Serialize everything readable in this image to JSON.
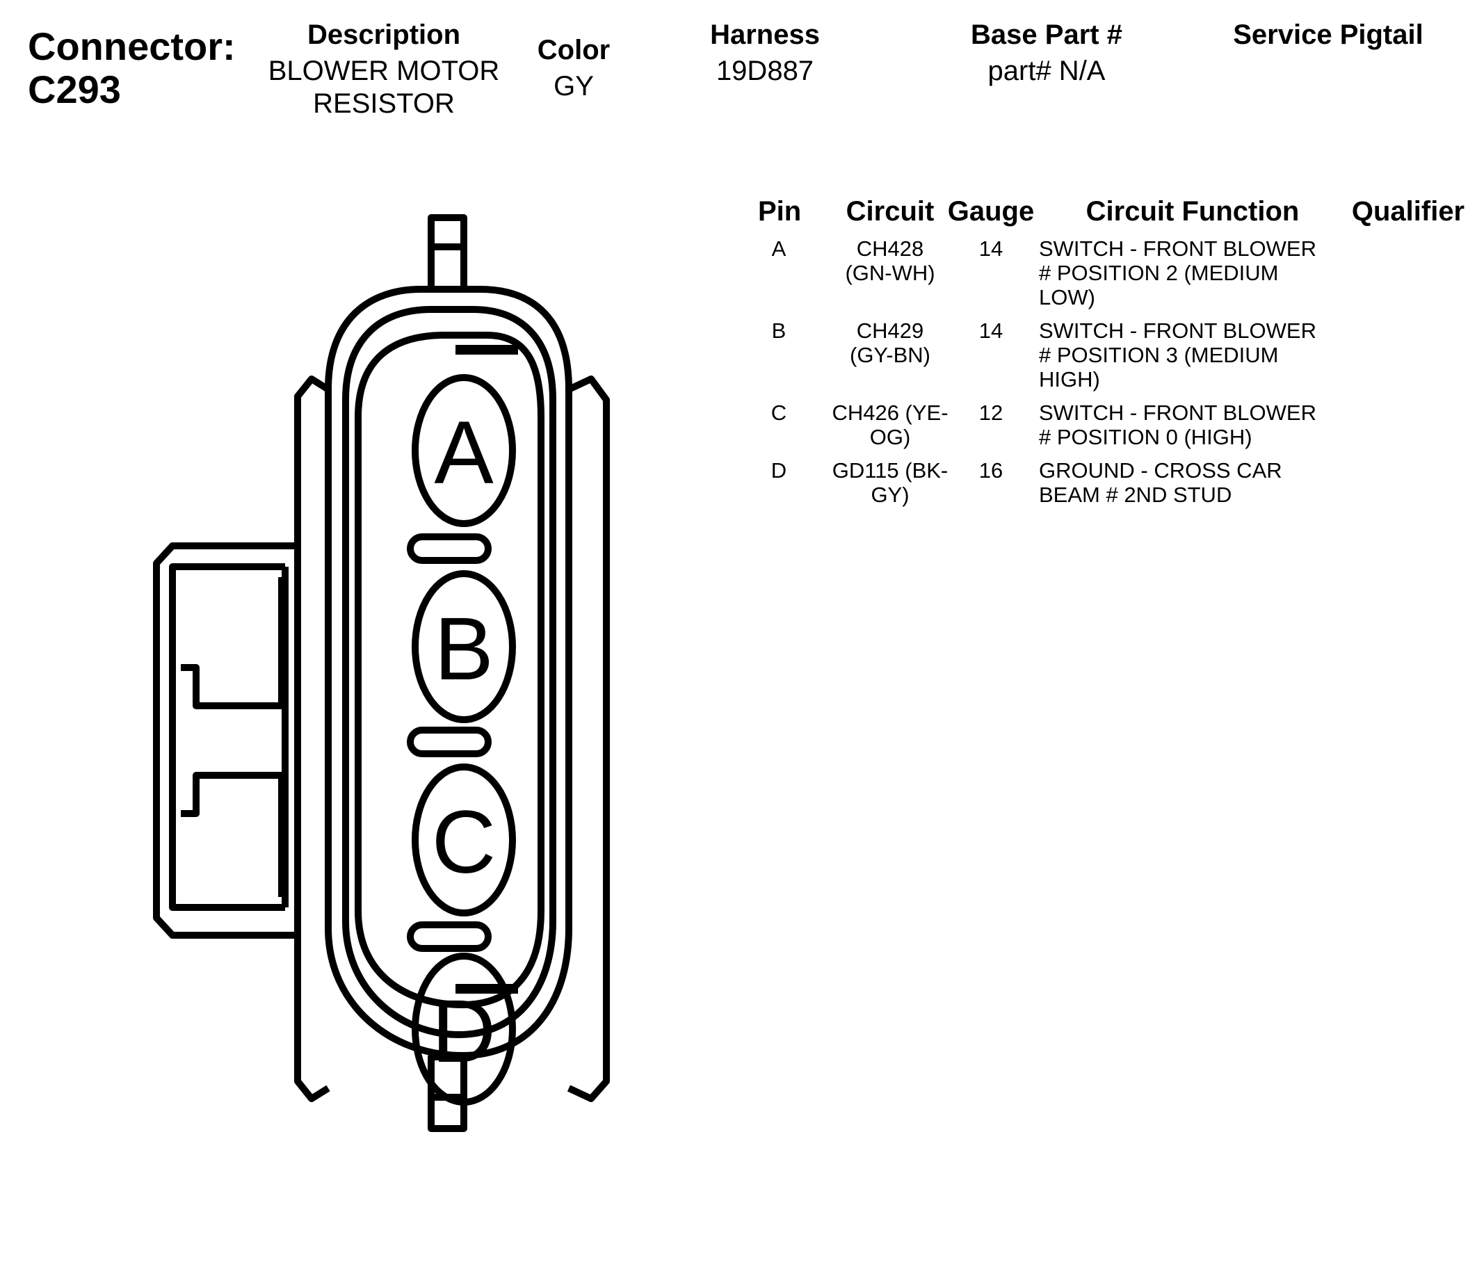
{
  "header": {
    "connector_label": "Connector:",
    "connector_id": "C293",
    "columns": [
      {
        "key": "description",
        "label": "Description",
        "value_lines": [
          "BLOWER MOTOR",
          "RESISTOR"
        ]
      },
      {
        "key": "color",
        "label": "Color",
        "value_lines": [
          "GY"
        ]
      },
      {
        "key": "harness",
        "label": "Harness",
        "value_lines": [
          "19D887"
        ]
      },
      {
        "key": "base_part",
        "label": "Base Part #",
        "value_lines": [
          "part# N/A"
        ]
      },
      {
        "key": "service_pigtail",
        "label": "Service Pigtail",
        "value_lines": []
      }
    ]
  },
  "pin_table": {
    "headers": {
      "pin": "Pin",
      "circuit": "Circuit",
      "gauge": "Gauge",
      "function": "Circuit Function",
      "qualifier": "Qualifier"
    },
    "rows": [
      {
        "pin": "A",
        "circuit_lines": [
          "CH428",
          "(GN-WH)"
        ],
        "gauge": "14",
        "function_lines": [
          "SWITCH - FRONT BLOWER",
          "# POSITION 2 (MEDIUM",
          "LOW)"
        ],
        "qualifier": ""
      },
      {
        "pin": "B",
        "circuit_lines": [
          "CH429",
          "(GY-BN)"
        ],
        "gauge": "14",
        "function_lines": [
          "SWITCH - FRONT BLOWER",
          "# POSITION 3 (MEDIUM",
          "HIGH)"
        ],
        "qualifier": ""
      },
      {
        "pin": "C",
        "circuit_lines": [
          "CH426 (YE-",
          "OG)"
        ],
        "gauge": "12",
        "function_lines": [
          "SWITCH - FRONT BLOWER",
          "# POSITION 0 (HIGH)"
        ],
        "qualifier": ""
      },
      {
        "pin": "D",
        "circuit_lines": [
          "GD115 (BK-",
          "GY)"
        ],
        "gauge": "16",
        "function_lines": [
          "GROUND - CROSS CAR",
          "BEAM # 2ND STUD"
        ],
        "qualifier": ""
      }
    ]
  },
  "diagram": {
    "pin_letters": [
      "A",
      "B",
      "C",
      "D"
    ]
  }
}
